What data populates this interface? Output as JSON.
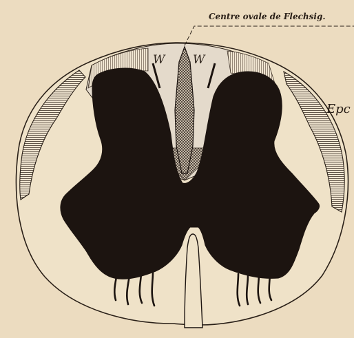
{
  "labels": {
    "flechsig": "Centre ovale de Flechsig.",
    "w_left": "W",
    "w_right": "W",
    "epc": "Epc"
  },
  "colors": {
    "paper": "#ecdcc0",
    "ink": "#221a14",
    "gray_matter": "#1c1410",
    "posterior_columns": "#e2d8c8"
  }
}
